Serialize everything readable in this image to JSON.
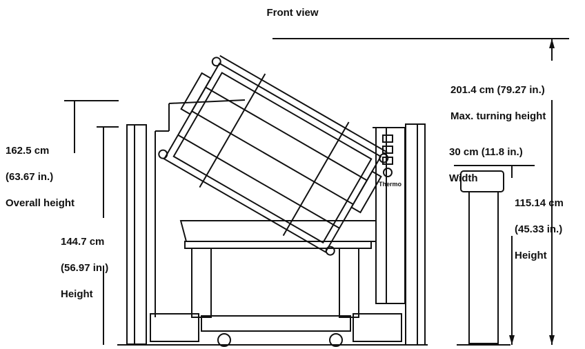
{
  "title": "Front view",
  "dimensions": {
    "overall_height": {
      "value": "162.5 cm",
      "alt": "(63.67 in.)",
      "label": "Overall height"
    },
    "height_base": {
      "value": "144.7 cm",
      "alt": "(56.97 in.)",
      "label": "Height"
    },
    "max_turning": {
      "value": "201.4 cm (79.27 in.)",
      "label": "Max. turning height"
    },
    "width": {
      "value": "30 cm (11.8 in.)",
      "label": "Width"
    },
    "pedestal_height": {
      "value": "115.14 cm",
      "alt": "(45.33 in.)",
      "label": "Height"
    }
  },
  "brand_mark": "Thermo"
}
